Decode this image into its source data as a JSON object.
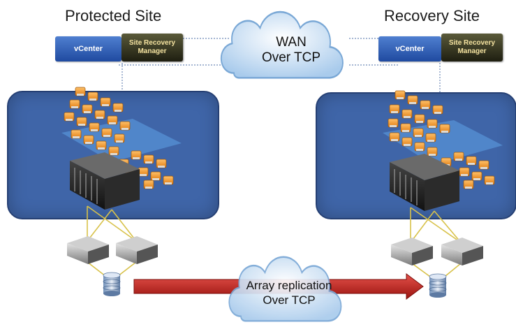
{
  "sites": {
    "protected": {
      "title": "Protected Site",
      "vcenter_label": "vCenter",
      "srm_label": "Site Recovery Manager"
    },
    "recovery": {
      "title": "Recovery Site",
      "vcenter_label": "vCenter",
      "srm_label": "Site Recovery Manager"
    }
  },
  "wan": {
    "line1": "WAN",
    "line2": "Over TCP"
  },
  "replication": {
    "line1": "Array replication",
    "line2": "Over TCP"
  },
  "colors": {
    "panel": "#3f65a8",
    "vcenter": "#2c5cb8",
    "srm": "#3a3a22",
    "cloud": "#bcd7f0",
    "vm_orange": "#f0961e",
    "arrow_red": "#c8201c",
    "link_yellow": "#d8c24a"
  },
  "icons": [
    "cloud-icon",
    "server-rack-icon",
    "vm-cube-icon",
    "storage-array-icon",
    "database-icon",
    "replication-arrow-icon"
  ]
}
